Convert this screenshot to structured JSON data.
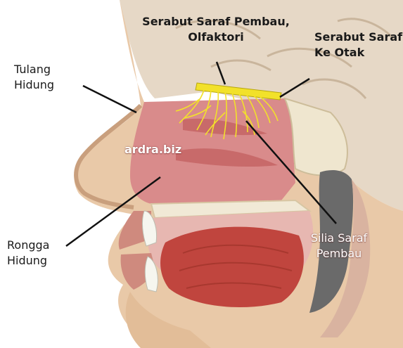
{
  "labels": {
    "olfactory_fibers": {
      "line1": "Serabut Saraf Pembau,",
      "line2": "Olfaktori"
    },
    "nerve_to_brain": {
      "line1": "Serabut Saraf",
      "line2": "Ke Otak"
    },
    "nasal_bone": {
      "line1": "Tulang",
      "line2": "Hidung"
    },
    "watermark": "ardra.biz",
    "nasal_cavity": {
      "line1": "Rongga",
      "line2": "Hidung"
    },
    "olfactory_cilia": {
      "line1": "Silia Saraf",
      "line2": "Pembau"
    }
  },
  "colors": {
    "skin": "#e9c9a8",
    "cavity": "#d98b8b",
    "mucosa": "#c86a6a",
    "muscle": "#c0453e",
    "bone": "#efe6cf",
    "brain": "#e6d8c6",
    "nerve": "#f2e12a",
    "leader": "#111111"
  }
}
